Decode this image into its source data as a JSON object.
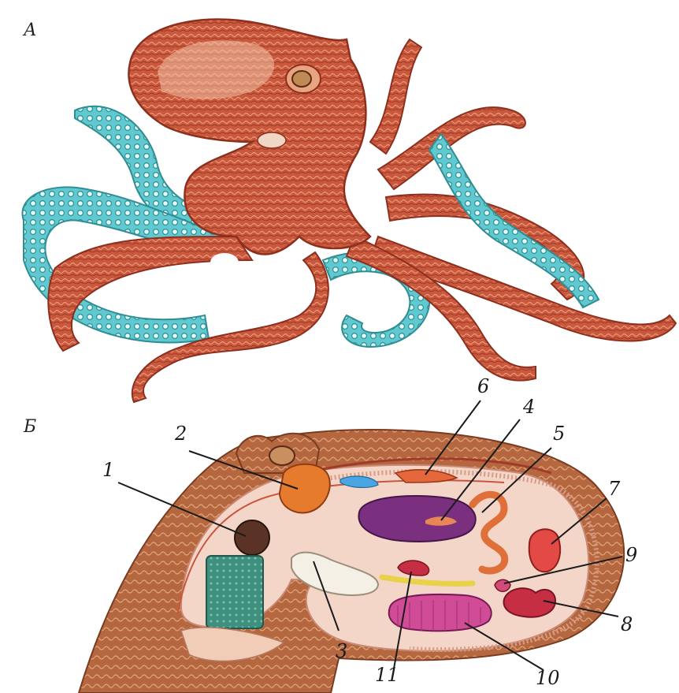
{
  "panels": {
    "a": {
      "letter": "А"
    },
    "b": {
      "letter": "Б"
    }
  },
  "callouts": [
    "1",
    "2",
    "3",
    "4",
    "5",
    "6",
    "7",
    "8",
    "9",
    "10",
    "11"
  ],
  "colors": {
    "skin": "#c8573c",
    "skin_dark": "#8e2f1e",
    "skin_light": "#f0c3a4",
    "suckers": "#5fc9cf",
    "mantle_inner": "#f4d6c9",
    "gill": "#3f8f7f",
    "stomach": "#7a2f7f",
    "ovary": "#d14c97",
    "heart": "#c62e43",
    "kidney": "#e85a2a",
    "liver": "#e44a45",
    "eye_orange": "#e67a2d",
    "ink_sac": "#5a3326",
    "beak": "#f4f0e6",
    "duct_yellow": "#e8d24a"
  }
}
